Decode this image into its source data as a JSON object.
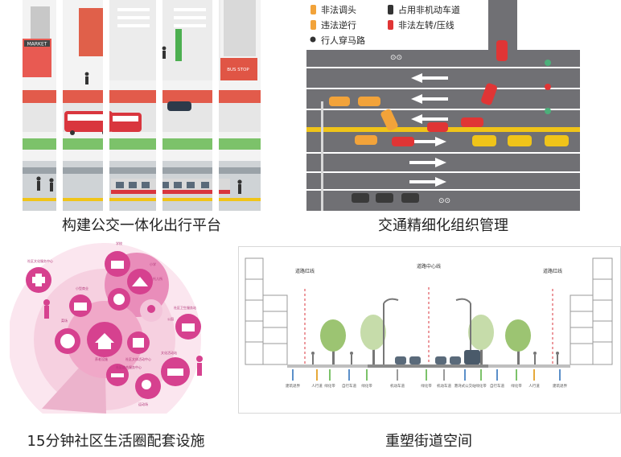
{
  "captions": {
    "top_left": "构建公交一体化出行平台",
    "top_right": "交通精细化组织管理",
    "bottom_left": "15分钟社区生活圈配套设施",
    "bottom_right": "重塑街道空间"
  },
  "transit_illustration": {
    "market_sign": "MARKET",
    "bus_stop_sign": "BUS STOP"
  },
  "traffic_legend": [
    {
      "label": "非法调头",
      "color": "#f2a33a"
    },
    {
      "label": "违法逆行",
      "color": "#f2a33a"
    },
    {
      "label": "行人穿马路",
      "color": "#333333"
    },
    {
      "label": "占用非机动车道",
      "color": "#333333"
    },
    {
      "label": "非法左转/压线",
      "color": "#e03535"
    }
  ],
  "community_labels": [
    "社区文化服务中心",
    "学校",
    "小学",
    "托儿所",
    "小型商业",
    "菜场",
    "公园",
    "社区卫生服务站",
    "养老设施",
    "社区文体活动中心",
    "社区综合服务中心",
    "文化活动站",
    "运动场"
  ],
  "street_section": {
    "top_labels": [
      "道路红线",
      "道路中心线",
      "道路红线"
    ],
    "bottom_labels": [
      "建筑退界",
      "人行道",
      "绿化带",
      "自行车道",
      "绿化带",
      "机动车道",
      "绿化带",
      "机动车道",
      "港湾式公交站",
      "绿化带",
      "自行车道",
      "绿化带",
      "人行道",
      "建筑退界"
    ]
  },
  "colors": {
    "accent_pink": "#d6418f",
    "road_gray": "#707074",
    "lane_yellow": "#f0c419",
    "bus_red": "#d9363e",
    "tree_green": "#9cc472"
  }
}
